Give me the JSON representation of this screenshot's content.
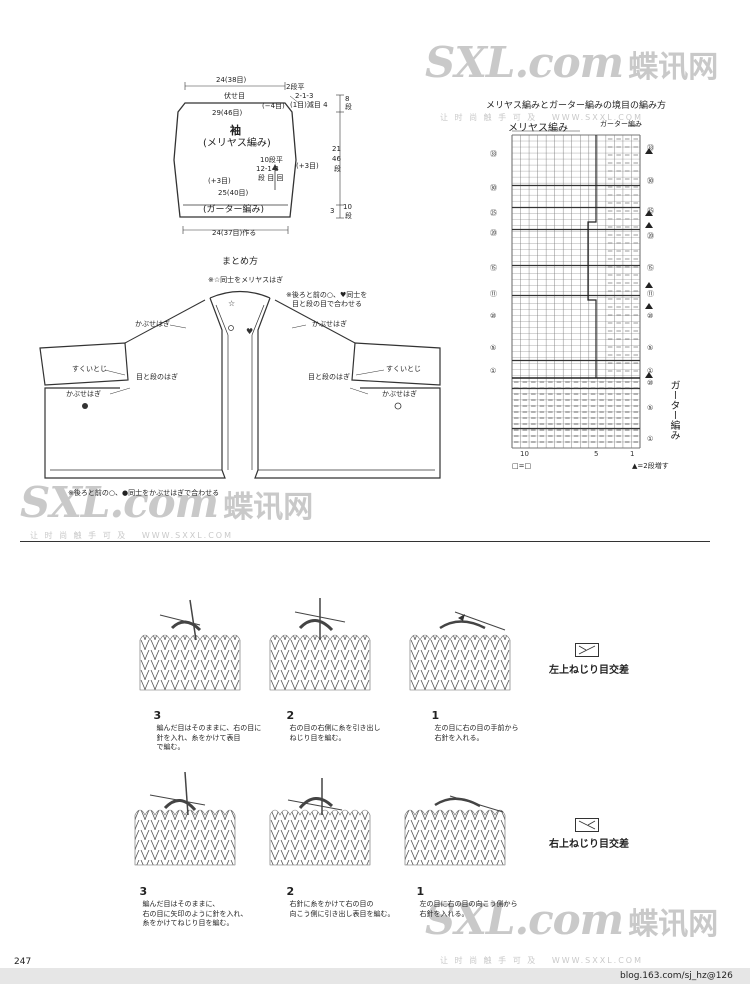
{
  "page_number": "247",
  "footer_source": "blog.163.com/sj_hz@126",
  "watermark": {
    "logo": "SXL.com",
    "cn": "蝶讯网",
    "url": "WWW.SXXL.COM",
    "tagline": "让 时 尚 触 手 可 及"
  },
  "sleeve": {
    "top_width": "24(38目)",
    "bind_off": "伏せ目",
    "dec_rule_head": "2段平",
    "dec_rule_1": "2-1-3",
    "dec_rule_2": "(1目)減目 4",
    "dec_count": "(−4目)",
    "width_mid": "29(46目)",
    "title": "袖",
    "stitch": "(メリヤス編み)",
    "inc_rule_head": "10段平",
    "inc_rule_1": "12-1-3",
    "inc_rule_2": "段 目 回",
    "inc_count_right": "(+3目)",
    "inc_count_left": "(+3目)",
    "width_lower": "25(40目)",
    "garter": "(ガーター編み)",
    "cast_on": "24(37目)作る",
    "h_top": "8",
    "h_top_unit": "段",
    "h_mid_cm": "21",
    "h_mid_rows": "46",
    "h_mid_unit": "段",
    "h_bot_cm": "3",
    "h_bot_rows": "10",
    "h_bot_unit": "段"
  },
  "assembly": {
    "title": "まとめ方",
    "note_top": "※☆同士をメリヤスはぎ",
    "note_right_1": "※後ろと前の○、♥同士を",
    "note_right_2": "目と段の目で合わせる",
    "kabuse_left_top": "かぶせはぎ",
    "kabuse_right_top": "かぶせはぎ",
    "sukui_left": "すくいとじ",
    "sukui_right": "すくいとじ",
    "medan_left": "目と段のはぎ",
    "medan_right": "目と段のはぎ",
    "kabuse_left_bottom": "かぶせはぎ",
    "kabuse_right_bottom": "かぶせはぎ",
    "note_bottom": "※後ろと前の○、●同士をかぶせはぎで合わせる"
  },
  "chart": {
    "title": "メリヤス編みとガーター編みの境目の編み方",
    "label_stockinette": "メリヤス編み",
    "label_garter_top": "ガーター編み",
    "label_garter_side": "ガーター編み",
    "legend_knit": "□=□",
    "legend_inc": "▲=2段増す",
    "col_labels": [
      "10",
      "5",
      "1"
    ],
    "row_labels_left": [
      "㉝",
      "㉚",
      "㉕",
      "⑳",
      "⑮",
      "⑪",
      "⑩",
      "⑤",
      "①"
    ],
    "row_labels_right": [
      "㉝",
      "㉚",
      "㉕",
      "⑳",
      "⑮",
      "⑪",
      "⑩",
      "⑤",
      "①",
      "⑩",
      "⑤",
      "①"
    ]
  },
  "sections": [
    {
      "symbol_title": "左上ねじり目交差",
      "steps": [
        {
          "num": "3",
          "text": "編んだ目はそのままに、右の目に\n針を入れ、糸をかけて表目\nで編む。"
        },
        {
          "num": "2",
          "text": "右の目の右側に糸を引き出し\nねじり目を編む。"
        },
        {
          "num": "1",
          "text": "左の目に右の目の手前から\n右針を入れる。"
        }
      ]
    },
    {
      "symbol_title": "右上ねじり目交差",
      "steps": [
        {
          "num": "3",
          "text": "編んだ目はそのままに、\n右の目に矢印のように針を入れ、\n糸をかけてねじり目を編む。"
        },
        {
          "num": "2",
          "text": "右針に糸をかけて右の目の\n向こう側に引き出し表目を編む。"
        },
        {
          "num": "1",
          "text": "左の目に右の目の向こう側から\n右針を入れる。"
        }
      ]
    }
  ]
}
